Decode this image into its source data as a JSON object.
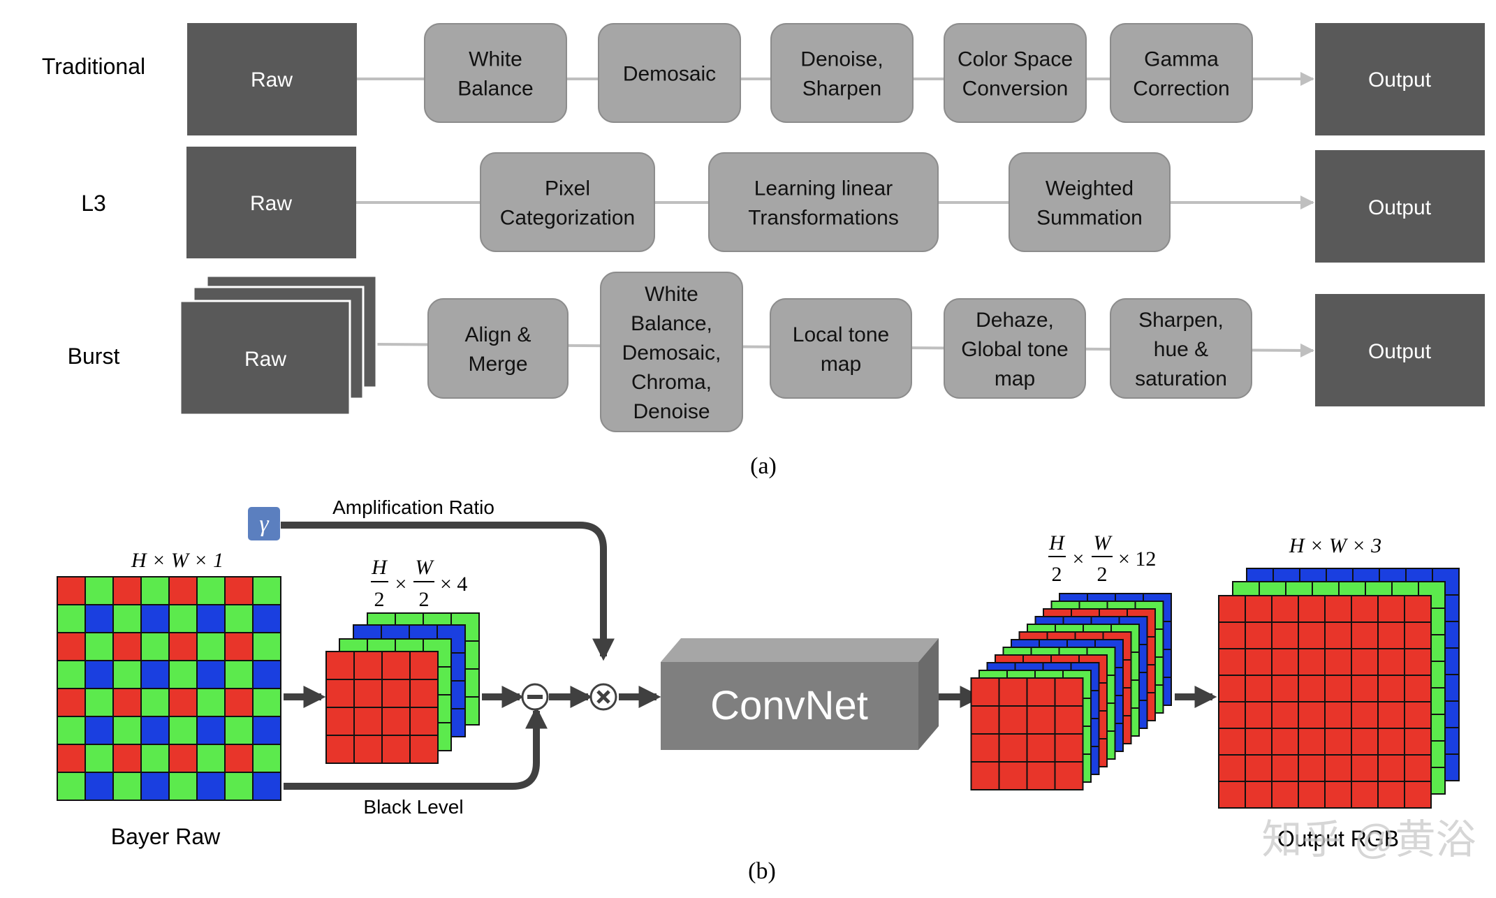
{
  "panel_a": {
    "caption": "(a)",
    "rows": [
      {
        "label": "Traditional",
        "input": "Raw",
        "steps": [
          [
            "White",
            "Balance"
          ],
          [
            "Demosaic"
          ],
          [
            "Denoise,",
            "Sharpen"
          ],
          [
            "Color Space",
            "Conversion"
          ],
          [
            "Gamma",
            "Correction"
          ]
        ],
        "output": "Output"
      },
      {
        "label": "L3",
        "input": "Raw",
        "steps": [
          [
            "Pixel",
            "Categorization"
          ],
          [
            "Learning linear",
            "Transformations"
          ],
          [
            "Weighted",
            "Summation"
          ]
        ],
        "output": "Output"
      },
      {
        "label": "Burst",
        "input": "Raw",
        "steps": [
          [
            "Align &",
            "Merge"
          ],
          [
            "White",
            "Balance,",
            "Demosaic,",
            "Chroma,",
            "Denoise"
          ],
          [
            "Local tone",
            "map"
          ],
          [
            "Dehaze,",
            "Global tone",
            "map"
          ],
          [
            "Sharpen,",
            "hue &",
            "saturation"
          ]
        ],
        "output": "Output"
      }
    ]
  },
  "panel_b": {
    "caption": "(b)",
    "bayer_label": "Bayer Raw",
    "bayer_dims": "H × W × 1",
    "packed_dims": {
      "top1": "H",
      "bottom1": "2",
      "top2": "W",
      "bottom2": "2",
      "tail": "× 4"
    },
    "gamma_symbol": "γ",
    "amplification_label": "Amplification Ratio",
    "black_level_label": "Black Level",
    "subtract_op": "−",
    "multiply_op": "×",
    "convnet_label": "ConvNet",
    "features_dims": {
      "top1": "H",
      "bottom1": "2",
      "top2": "W",
      "bottom2": "2",
      "tail": "× 12"
    },
    "output_dims": "H × W × 3",
    "output_label": "Output RGB",
    "watermark": "知乎 @黄浴"
  },
  "colors": {
    "dark_box": "#595959",
    "step_box": "#a6a6a6",
    "step_stroke": "#8c8c8c",
    "connector": "#bfbfbf",
    "flow_arrow": "#404040",
    "bayer_red": "#e8352a",
    "bayer_green": "#5cea4d",
    "bayer_blue": "#1a3fe0",
    "convnet_front": "#7f7f7f",
    "convnet_top": "#a6a6a6",
    "convnet_side": "#6b6b6b",
    "gamma_box": "#5b7fbf"
  }
}
